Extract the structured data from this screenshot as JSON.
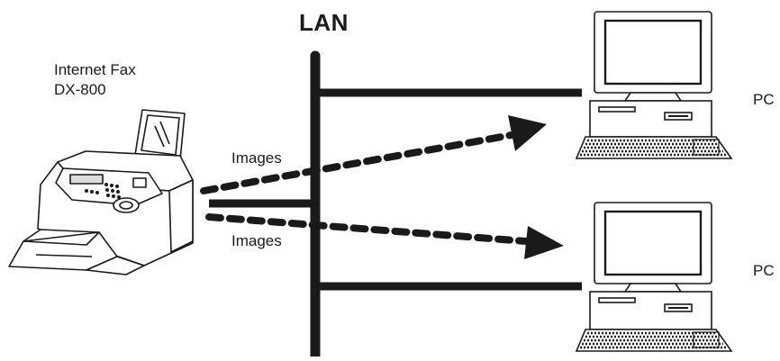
{
  "diagram": {
    "network_label": "LAN",
    "fax": {
      "name": "Internet Fax",
      "model": "DX-800"
    },
    "flows": [
      {
        "label": "Images",
        "target": "PC"
      },
      {
        "label": "Images",
        "target": "PC"
      }
    ],
    "pcs": [
      {
        "label": "PC"
      },
      {
        "label": "PC"
      }
    ]
  }
}
